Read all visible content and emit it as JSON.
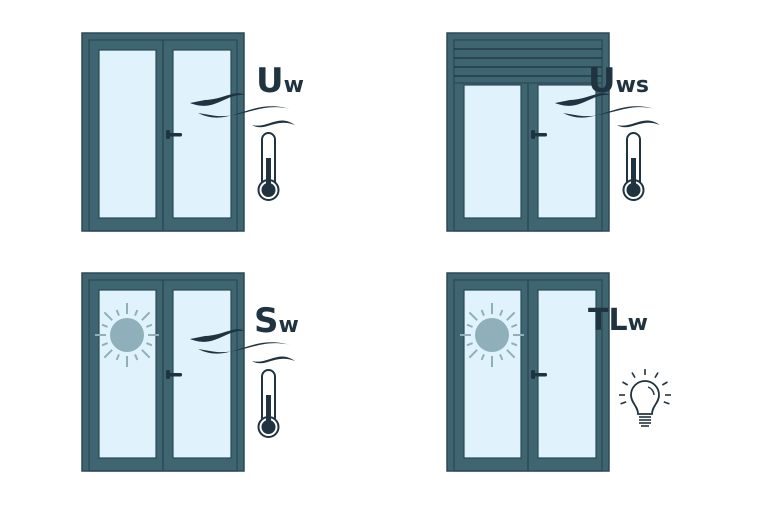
{
  "colors": {
    "frame": "#3f6570",
    "frame_line": "#2a4a55",
    "glass": "#e0f3fc",
    "dark": "#1f3440",
    "sun": "#8fb0bb"
  },
  "panels": [
    {
      "id": "uw",
      "main": "U",
      "sub": "w",
      "icons": [
        "air-flow-icon",
        "thermometer-icon"
      ],
      "shutter": false,
      "sun": false
    },
    {
      "id": "uws",
      "main": "U",
      "sub": "ws",
      "icons": [
        "air-flow-icon",
        "thermometer-icon"
      ],
      "shutter": true,
      "sun": false
    },
    {
      "id": "sw",
      "main": "S",
      "sub": "w",
      "icons": [
        "air-flow-icon",
        "thermometer-icon",
        "sun-icon"
      ],
      "shutter": false,
      "sun": true
    },
    {
      "id": "tlw",
      "main": "TL",
      "sub": "w",
      "icons": [
        "sun-icon",
        "light-bulb-icon"
      ],
      "shutter": false,
      "sun": true
    }
  ]
}
